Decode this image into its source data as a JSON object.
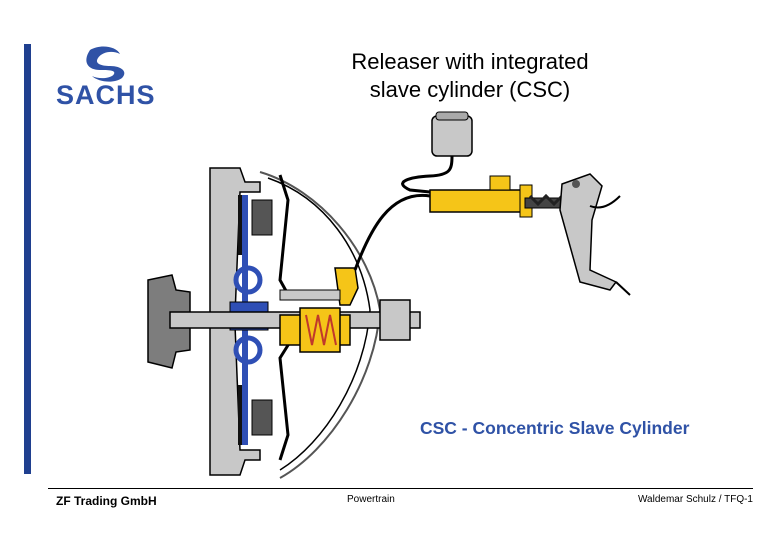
{
  "brand": {
    "name": "SACHS",
    "color": "#2f52a6"
  },
  "title": {
    "line1": "Releaser with integrated",
    "line2": "slave cylinder (CSC)"
  },
  "caption": "CSC - Concentric Slave Cylinder",
  "footer": {
    "company": "ZF Trading GmbH",
    "division": "Powertrain",
    "author": "Waldemar Schulz / TFQ-1"
  },
  "colors": {
    "accent_bar": "#1f3f8f",
    "housing_gray": "#c8c8c8",
    "hydraulic_yellow": "#f5c518",
    "friction_blue": "#2f4fb5",
    "line_black": "#000000"
  }
}
